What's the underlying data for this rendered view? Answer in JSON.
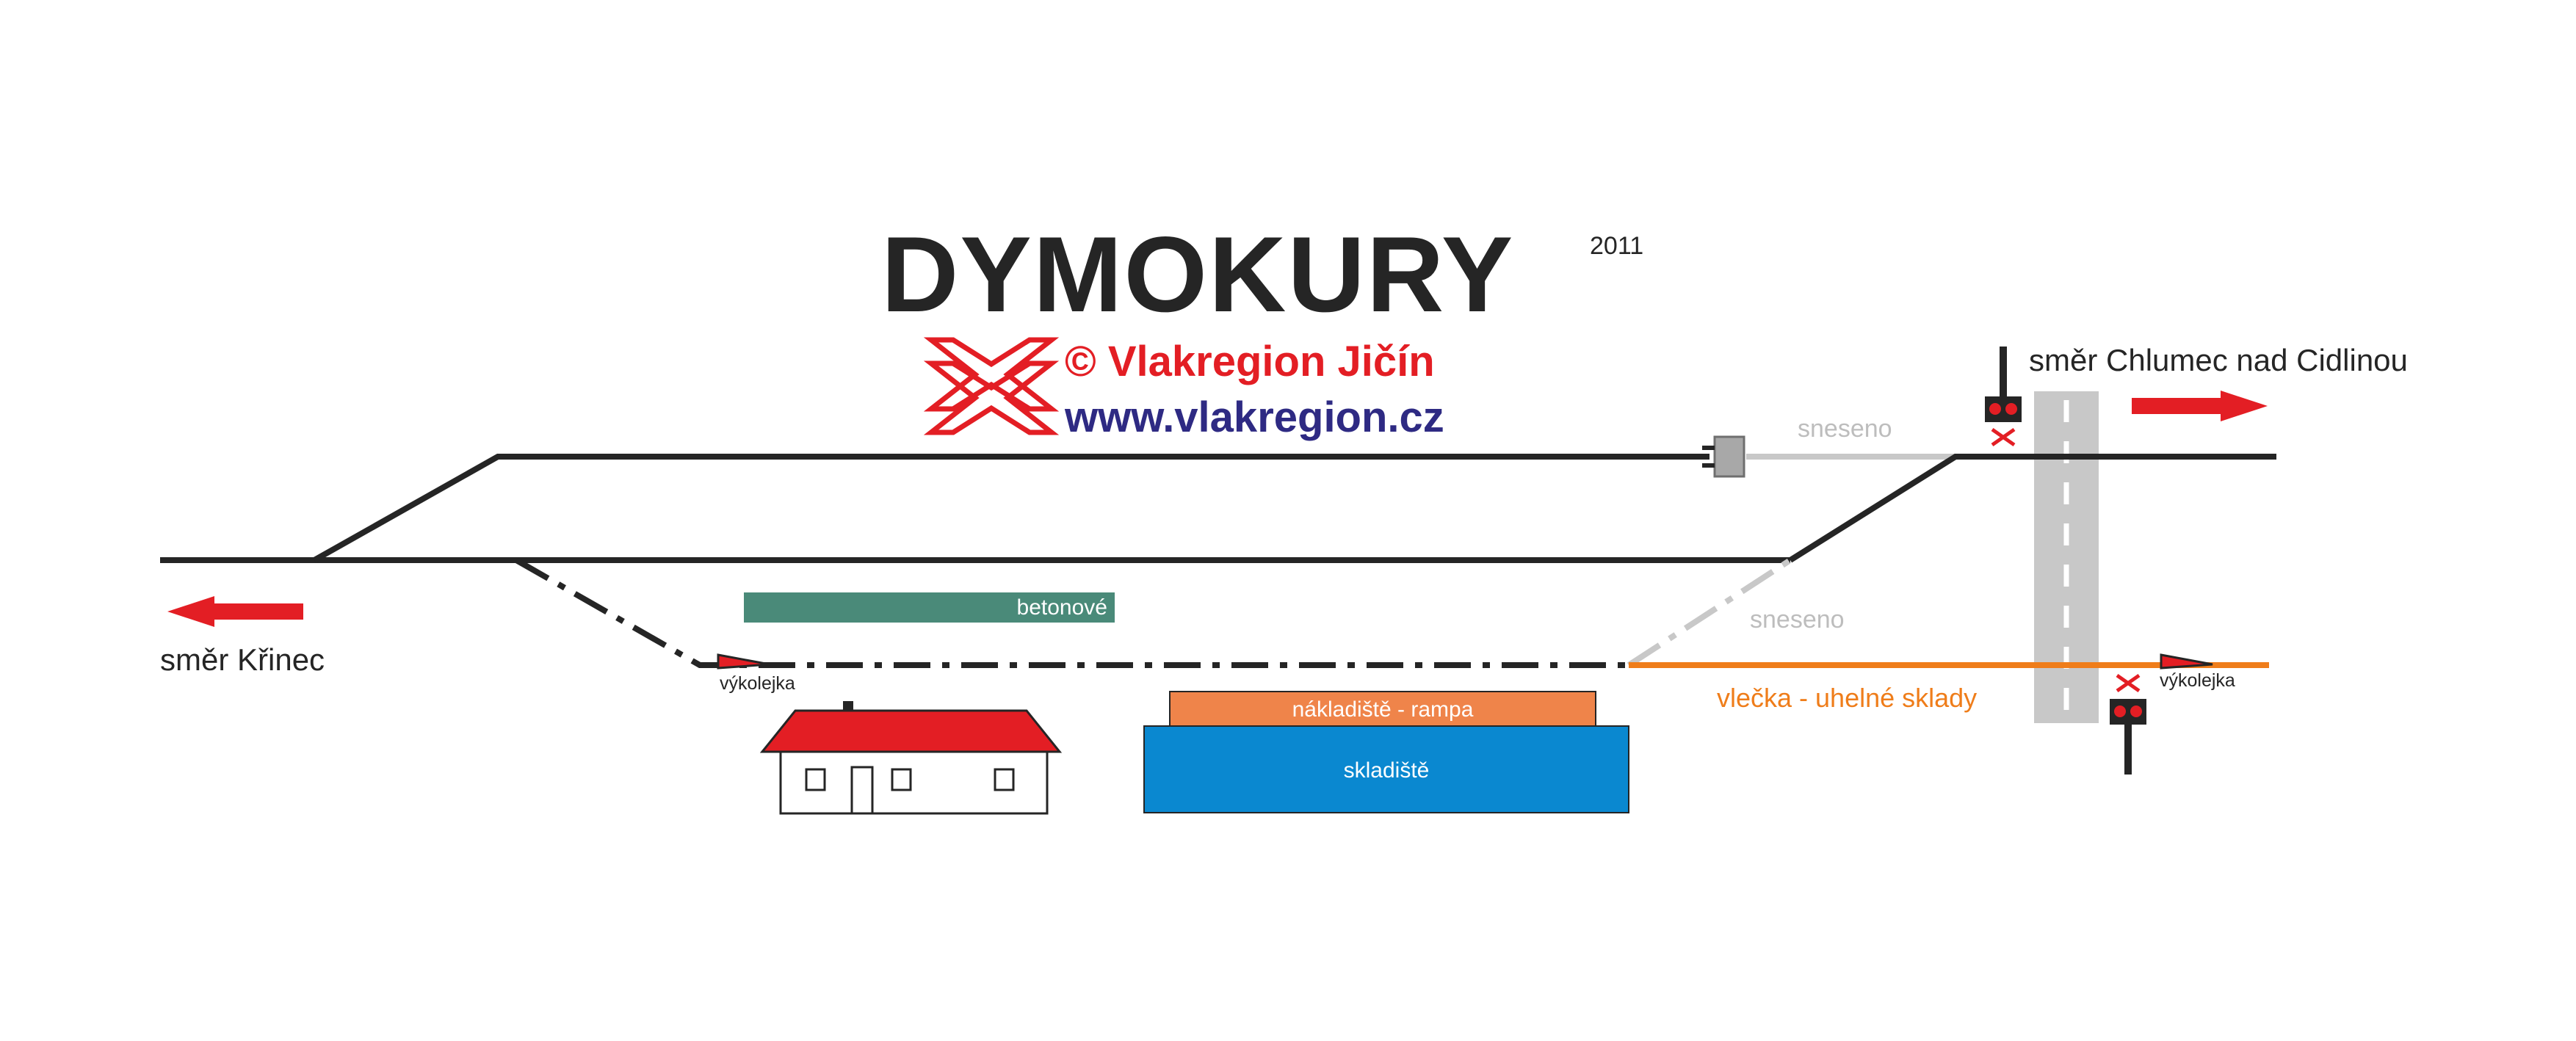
{
  "header": {
    "title": "DYMOKURY",
    "year": "2011",
    "copyright": "© Vlakregion Jičín",
    "website": "www.vlakregion.cz"
  },
  "directions": {
    "left": "směr Křinec",
    "right": "směr Chlumec nad Cidlinou"
  },
  "labels": {
    "removed_top": "sneseno",
    "removed_lower": "sneseno",
    "concrete": "betonové",
    "derailer_left": "výkolejka",
    "derailer_right": "výkolejka",
    "siding": "vlečka - uhelné sklady",
    "ramp": "nákladiště - rampa",
    "warehouse": "skladiště"
  },
  "colors": {
    "track": "#252525",
    "removed": "#c8c8c8",
    "accent_red": "#e31e24",
    "siding_orange": "#ef7d1a",
    "warehouse_blue": "#0a88d0",
    "ramp_orange": "#ef844a",
    "concrete_green": "#4a8a79",
    "road_grey": "#c8c8c8"
  }
}
